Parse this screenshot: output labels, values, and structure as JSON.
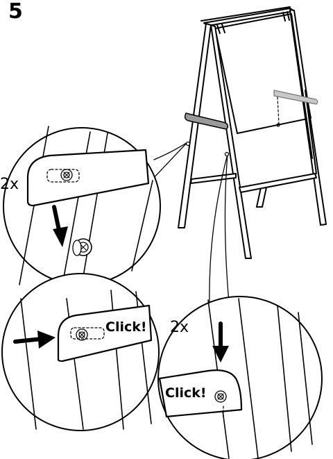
{
  "step": {
    "number": "5"
  },
  "callouts": {
    "detail_top": {
      "quantity": "2x"
    },
    "detail_bottom_right": {
      "quantity": "2x",
      "sound": "Click!"
    },
    "detail_bottom_left": {
      "sound": "Click!"
    }
  },
  "icons": [
    "easel-frame",
    "crossbar-part",
    "screw",
    "push-arrow",
    "down-arrow"
  ]
}
